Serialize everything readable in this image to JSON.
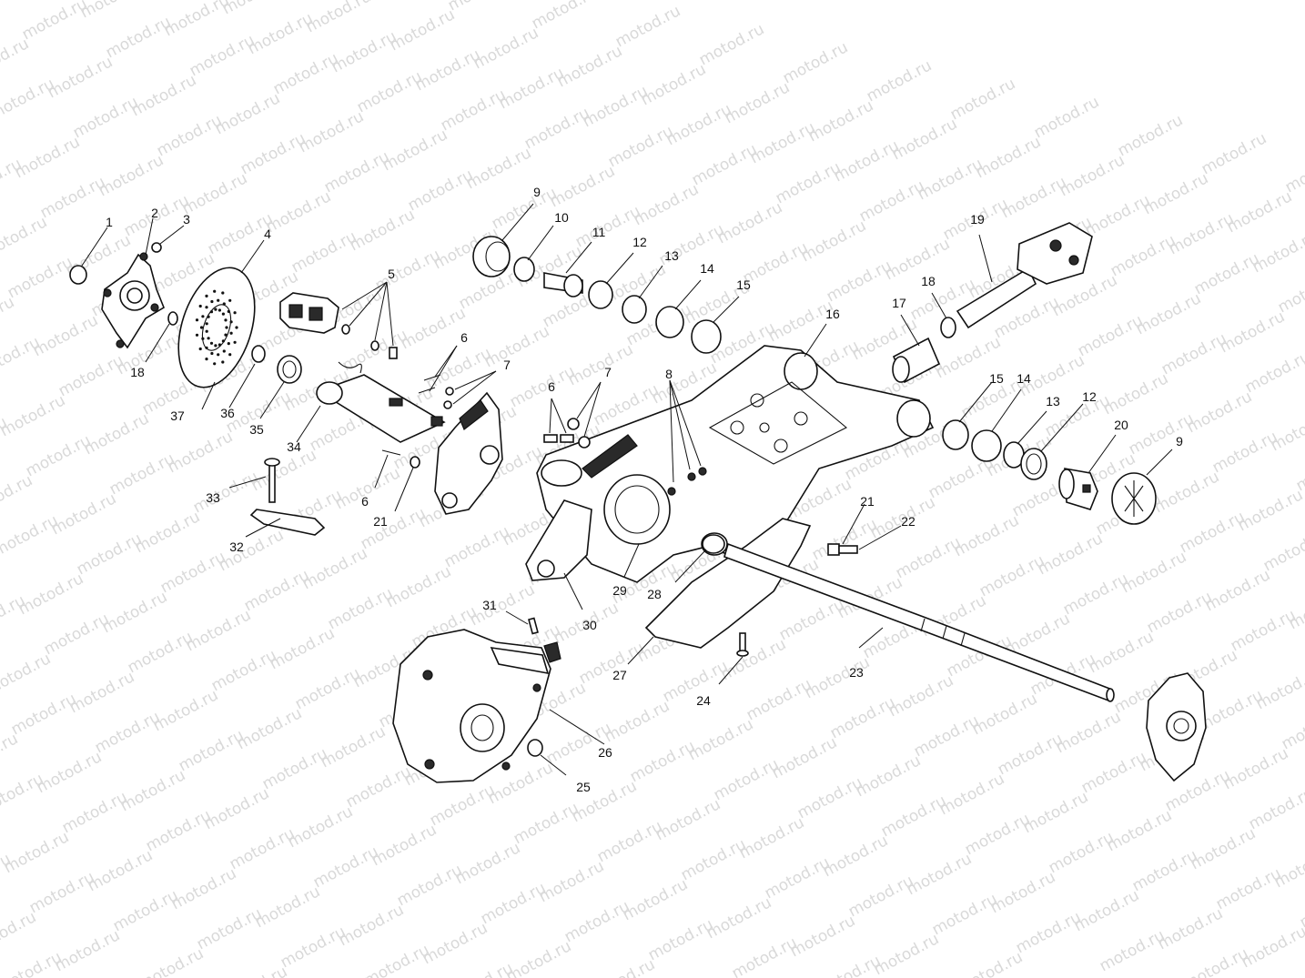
{
  "watermark": {
    "text": "motod.ru",
    "color": "#d9d9d9"
  },
  "callouts": [
    {
      "id": "c1",
      "label": "1"
    },
    {
      "id": "c2",
      "label": "2"
    },
    {
      "id": "c3",
      "label": "3"
    },
    {
      "id": "c4",
      "label": "4"
    },
    {
      "id": "c5",
      "label": "5"
    },
    {
      "id": "c6a",
      "label": "6"
    },
    {
      "id": "c6b",
      "label": "6"
    },
    {
      "id": "c6c",
      "label": "6"
    },
    {
      "id": "c7a",
      "label": "7"
    },
    {
      "id": "c7b",
      "label": "7"
    },
    {
      "id": "c8",
      "label": "8"
    },
    {
      "id": "c9a",
      "label": "9"
    },
    {
      "id": "c9b",
      "label": "9"
    },
    {
      "id": "c10",
      "label": "10"
    },
    {
      "id": "c11",
      "label": "11"
    },
    {
      "id": "c12a",
      "label": "12"
    },
    {
      "id": "c12b",
      "label": "12"
    },
    {
      "id": "c13a",
      "label": "13"
    },
    {
      "id": "c13b",
      "label": "13"
    },
    {
      "id": "c14a",
      "label": "14"
    },
    {
      "id": "c14b",
      "label": "14"
    },
    {
      "id": "c15a",
      "label": "15"
    },
    {
      "id": "c15b",
      "label": "15"
    },
    {
      "id": "c16",
      "label": "16"
    },
    {
      "id": "c17",
      "label": "17"
    },
    {
      "id": "c18a",
      "label": "18"
    },
    {
      "id": "c18b",
      "label": "18"
    },
    {
      "id": "c19",
      "label": "19"
    },
    {
      "id": "c20",
      "label": "20"
    },
    {
      "id": "c21a",
      "label": "21"
    },
    {
      "id": "c21b",
      "label": "21"
    },
    {
      "id": "c22",
      "label": "22"
    },
    {
      "id": "c23",
      "label": "23"
    },
    {
      "id": "c24",
      "label": "24"
    },
    {
      "id": "c25",
      "label": "25"
    },
    {
      "id": "c26",
      "label": "26"
    },
    {
      "id": "c27",
      "label": "27"
    },
    {
      "id": "c28",
      "label": "28"
    },
    {
      "id": "c29",
      "label": "29"
    },
    {
      "id": "c30",
      "label": "30"
    },
    {
      "id": "c31",
      "label": "31"
    },
    {
      "id": "c32",
      "label": "32"
    },
    {
      "id": "c33",
      "label": "33"
    },
    {
      "id": "c34",
      "label": "34"
    },
    {
      "id": "c35",
      "label": "35"
    },
    {
      "id": "c36",
      "label": "36"
    },
    {
      "id": "c37",
      "label": "37"
    }
  ]
}
